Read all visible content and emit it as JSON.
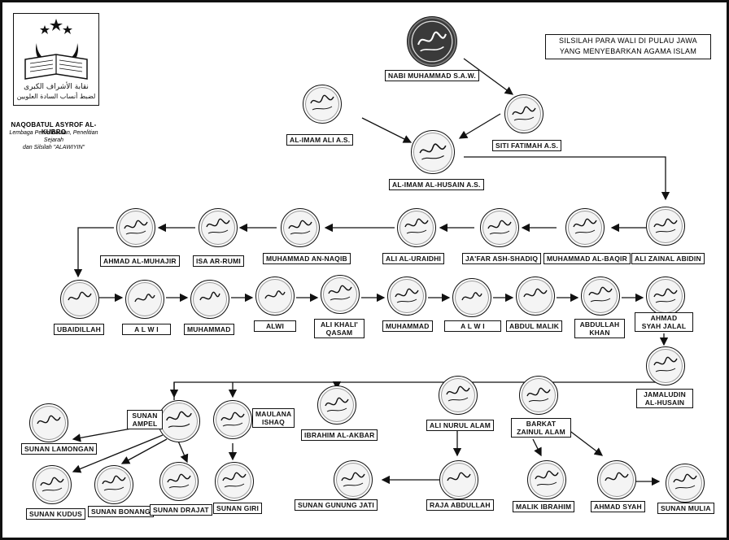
{
  "title_line1": "SILSILAH PARA WALI DI PULAU JAWA",
  "title_line2": "YANG MENYEBARKAN AGAMA ISLAM",
  "organization": {
    "name": "NAQOBATUL ASYROF AL-KUBRO",
    "desc_line1": "Lembaga Pemeliharaan, Penelitian Sejarah",
    "desc_line2": "dan Silsilah \"ALAWIYIN\"",
    "logo_text_line1": "نقابة الأشراف الكبرى",
    "logo_text_line2": "لضبط أنساب السادة العلويين"
  },
  "nodes": {
    "nabi": "NABI MUHAMMAD S.A.W.",
    "fatimah": "SITI FATIMAH A.S.",
    "ali": "AL-IMAM ALI A.S.",
    "husain": "AL-IMAM AL-HUSAIN A.S.",
    "zainal": "ALI ZAINAL ABIDIN",
    "baqir": "MUHAMMAD AL-BAQIR",
    "jafar": "JA'FAR ASH-SHADIQ",
    "uraidhi": "ALI AL-URAIDHI",
    "naqib": "MUHAMMAD AN-NAQIB",
    "rumi": "ISA AR-RUMI",
    "muhajir": "AHMAD AL-MUHAJIR",
    "ubaidillah": "UBAIDILLAH",
    "alwi1": "A L W I",
    "muhammad1": "MUHAMMAD",
    "alwi2": "ALWI",
    "khalqasam_1": "ALI KHALI'",
    "khalqasam_2": "QASAM",
    "muhammad2": "MUHAMMAD",
    "alwi3": "A L W I",
    "abdulmalik": "ABDUL MALIK",
    "abdullahkhan_1": "ABDULLAH",
    "abdullahkhan_2": "KHAN",
    "ahmadsyah_1": "AHMAD",
    "ahmadsyah_2": "SYAH JALAL",
    "jamaludin_1": "JAMALUDIN",
    "jamaludin_2": "AL-HUSAIN",
    "ibrahimakbar": "IBRAHIM AL-AKBAR",
    "alinurul": "ALI NURUL ALAM",
    "barkat_1": "BARKAT",
    "barkat_2": "ZAINUL ALAM",
    "ampel_1": "SUNAN",
    "ampel_2": "AMPEL",
    "maulana_1": "MAULANA",
    "maulana_2": "ISHAQ",
    "lamongan": "SUNAN LAMONGAN",
    "kudus": "SUNAN KUDUS",
    "bonang": "SUNAN BONANG",
    "drajat": "SUNAN DRAJAT",
    "giri": "SUNAN GIRI",
    "gunungjati": "SUNAN GUNUNG JATI",
    "rajaabdullah": "RAJA ABDULLAH",
    "malikibrahim": "MALIK IBRAHIM",
    "ahmadsyah": "AHMAD SYAH",
    "mulia": "SUNAN MULIA"
  }
}
